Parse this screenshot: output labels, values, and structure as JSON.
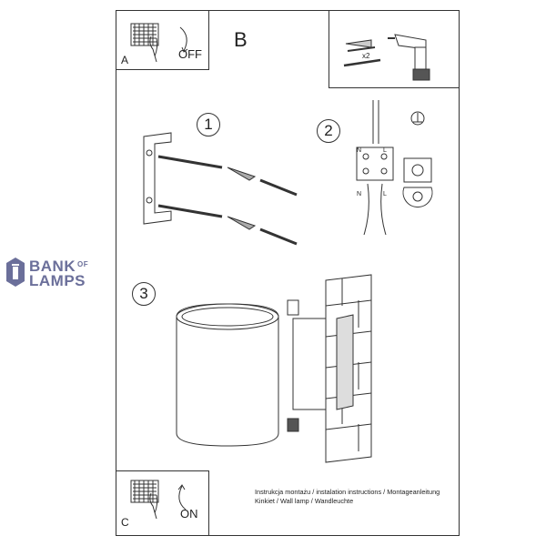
{
  "panels": {
    "a_label": "A",
    "a_text": "OFF",
    "b_label": "B",
    "b_qty": "x2",
    "c_label": "C",
    "c_text": "ON"
  },
  "steps": {
    "one": "1",
    "two": "2",
    "three": "3"
  },
  "wiring": {
    "n_top": "N",
    "l_top": "L",
    "n_bottom": "N",
    "l_bottom": "L"
  },
  "brand": {
    "line1": "BANK",
    "of": "OF",
    "line2": "LAMPS",
    "color": "#6b6f9a"
  },
  "caption": {
    "line1": "Instrukcja montażu / instalation instructions / Montageanleitung",
    "line2": "Kinkiet / Wall lamp / Wandleuchte"
  }
}
